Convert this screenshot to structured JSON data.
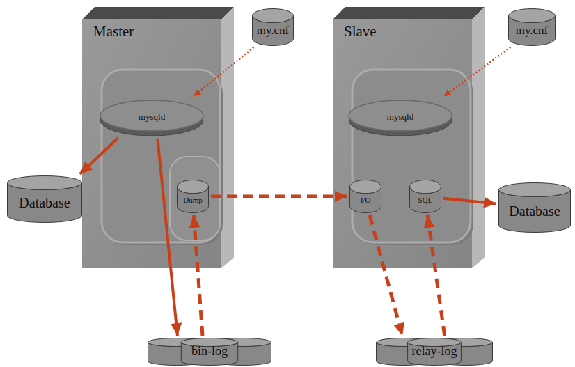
{
  "diagram": {
    "nodes": [
      {
        "text": [
          "Master"
        ]
      },
      {
        "text": [
          "mysqld"
        ],
        "in": 0
      },
      {
        "text": [
          "Dump"
        ],
        "in": 0
      },
      {
        "text": [
          "my.cnf"
        ]
      },
      {
        "text": [
          "Database"
        ]
      },
      {
        "text": [
          "bin-log"
        ]
      },
      {
        "text": [
          "Slave"
        ]
      },
      {
        "text": [
          "mysqld"
        ],
        "in": 6
      },
      {
        "text": [
          "I/O"
        ],
        "in": 6
      },
      {
        "text": [
          "SQL"
        ],
        "in": 6
      },
      {
        "text": [
          "my.cnf"
        ]
      },
      {
        "text": [
          "Database"
        ]
      },
      {
        "text": [
          "relay-log"
        ]
      }
    ],
    "edges": [
      {
        "from": 3,
        "to": 1,
        "arrow": "to"
      },
      {
        "from": 1,
        "to": 4,
        "arrow": "to"
      },
      {
        "from": 1,
        "to": 5,
        "arrow": "to"
      },
      {
        "from": 5,
        "to": 2,
        "arrow": "to"
      },
      {
        "from": 2,
        "to": 8,
        "arrow": "to"
      },
      {
        "from": 8,
        "to": 12,
        "arrow": "to"
      },
      {
        "from": 12,
        "to": 9,
        "arrow": "to"
      },
      {
        "from": 9,
        "to": 11,
        "arrow": "to"
      },
      {
        "from": 10,
        "to": 7,
        "arrow": "to"
      }
    ]
  }
}
